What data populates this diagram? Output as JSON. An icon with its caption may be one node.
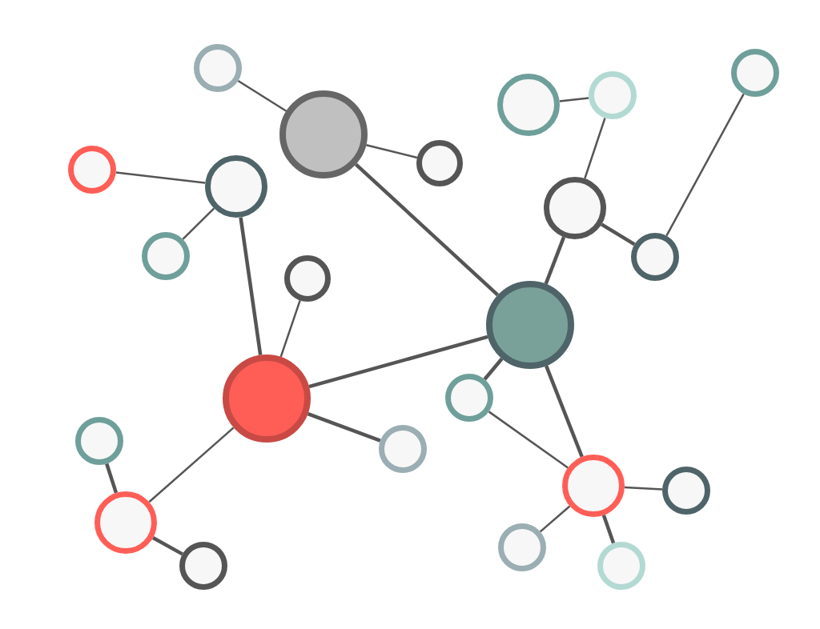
{
  "diagram": {
    "nodes": [
      {
        "text": [],
        "shape": "circle"
      },
      {
        "text": [],
        "shape": "circle"
      },
      {
        "text": [],
        "shape": "circle"
      },
      {
        "text": [],
        "shape": "circle"
      },
      {
        "text": [],
        "shape": "circle"
      },
      {
        "text": [],
        "shape": "circle"
      },
      {
        "text": [],
        "shape": "circle"
      },
      {
        "text": [],
        "shape": "circle"
      },
      {
        "text": [],
        "shape": "circle"
      },
      {
        "text": [],
        "shape": "circle"
      },
      {
        "text": [],
        "shape": "circle"
      },
      {
        "text": [],
        "shape": "circle"
      },
      {
        "text": [],
        "shape": "circle"
      },
      {
        "text": [],
        "shape": "circle"
      },
      {
        "text": [],
        "shape": "circle"
      },
      {
        "text": [],
        "shape": "circle"
      },
      {
        "text": [],
        "shape": "circle"
      },
      {
        "text": [],
        "shape": "circle"
      },
      {
        "text": [],
        "shape": "circle"
      },
      {
        "text": [],
        "shape": "circle"
      },
      {
        "text": [],
        "shape": "circle"
      },
      {
        "text": [],
        "shape": "circle"
      },
      {
        "text": [],
        "shape": "circle"
      }
    ],
    "edges": [
      {
        "from": 0,
        "to": 4,
        "arrow": "none"
      },
      {
        "from": 4,
        "to": 6,
        "arrow": "none"
      },
      {
        "from": 4,
        "to": 12,
        "arrow": "none",
        "style": "thick"
      },
      {
        "from": 2,
        "to": 3,
        "arrow": "none"
      },
      {
        "from": 3,
        "to": 8,
        "arrow": "none"
      },
      {
        "from": 8,
        "to": 12,
        "arrow": "none",
        "style": "thick"
      },
      {
        "from": 8,
        "to": 10,
        "arrow": "none",
        "style": "thick"
      },
      {
        "from": 10,
        "to": 1,
        "arrow": "none"
      },
      {
        "from": 5,
        "to": 7,
        "arrow": "none"
      },
      {
        "from": 7,
        "to": 9,
        "arrow": "none"
      },
      {
        "from": 7,
        "to": 13,
        "arrow": "none",
        "style": "thick"
      },
      {
        "from": 11,
        "to": 13,
        "arrow": "none"
      },
      {
        "from": 13,
        "to": 12,
        "arrow": "none",
        "style": "thick"
      },
      {
        "from": 13,
        "to": 16,
        "arrow": "none",
        "style": "thick"
      },
      {
        "from": 13,
        "to": 19,
        "arrow": "none"
      },
      {
        "from": 15,
        "to": 19,
        "arrow": "none",
        "style": "thick"
      },
      {
        "from": 19,
        "to": 21,
        "arrow": "none",
        "style": "thick"
      },
      {
        "from": 12,
        "to": 14,
        "arrow": "none",
        "style": "thick"
      },
      {
        "from": 12,
        "to": 17,
        "arrow": "none",
        "style": "thick"
      },
      {
        "from": 14,
        "to": 17,
        "arrow": "none"
      },
      {
        "from": 17,
        "to": 18,
        "arrow": "none"
      },
      {
        "from": 17,
        "to": 20,
        "arrow": "none"
      },
      {
        "from": 17,
        "to": 22,
        "arrow": "none",
        "style": "thick"
      }
    ]
  }
}
